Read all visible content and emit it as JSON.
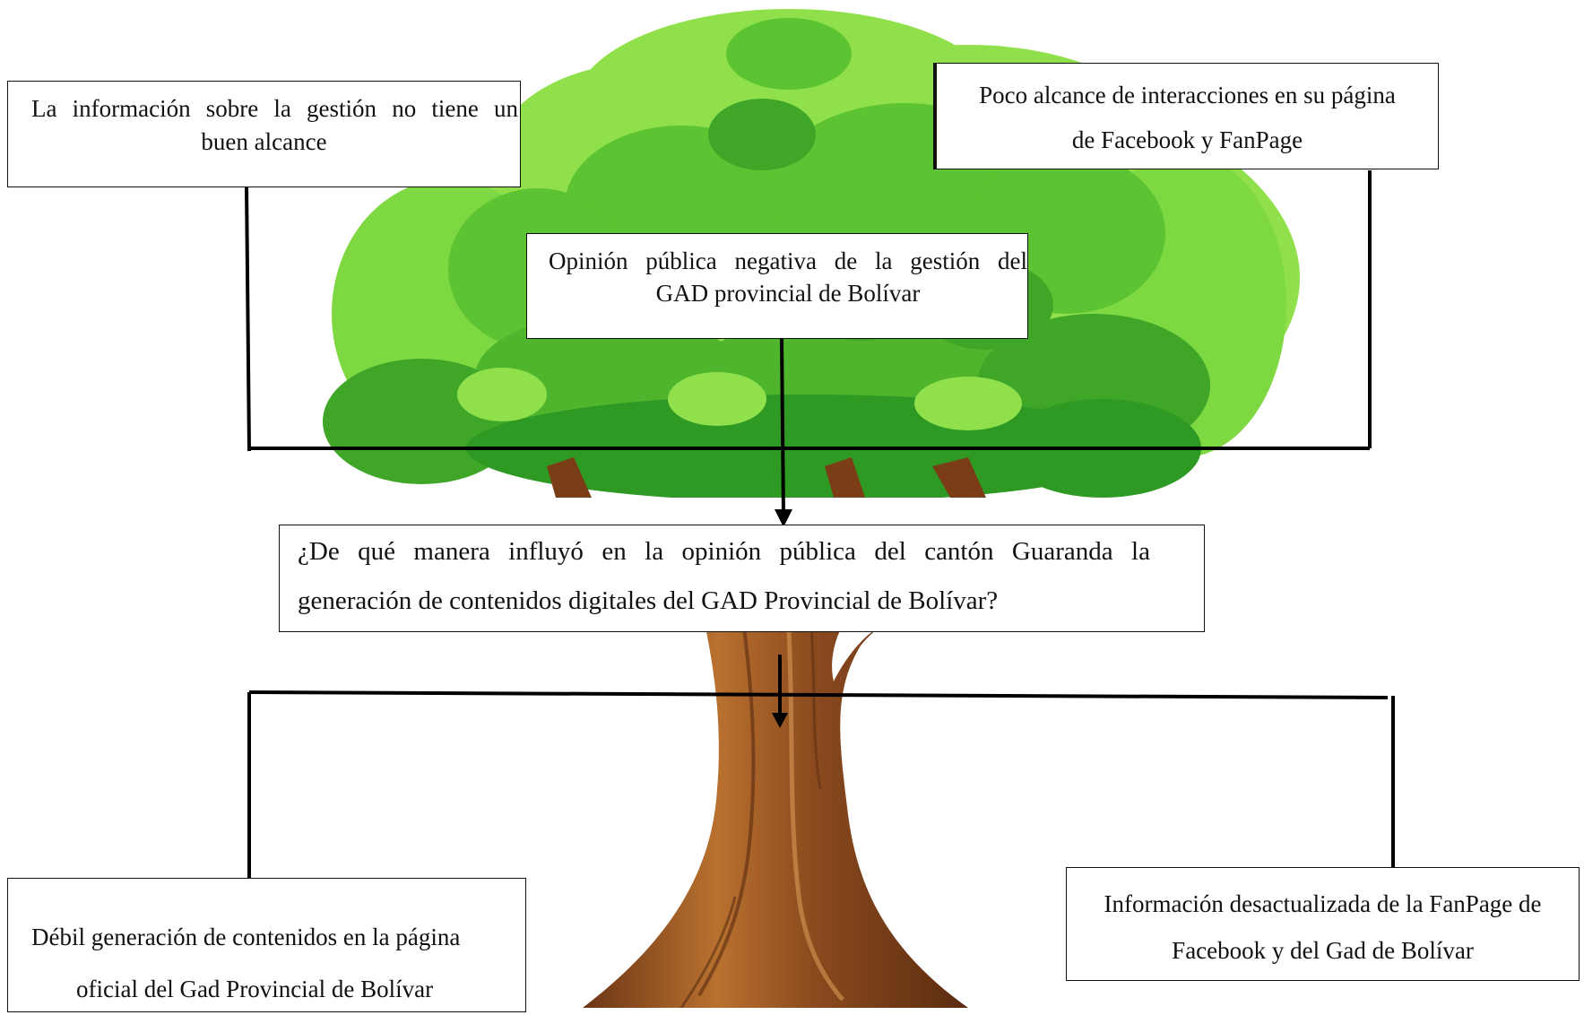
{
  "effects": {
    "left": [
      "La información sobre la gestión no tiene un",
      "buen alcance"
    ],
    "right": [
      "Poco alcance de interacciones en su página",
      "de Facebook y FanPage"
    ],
    "center": [
      "Opinión pública negativa de la gestión del",
      "GAD provincial de Bolívar"
    ]
  },
  "problem": [
    "¿De qué manera influyó en la opinión pública del cantón Guaranda la",
    "generación de contenidos digitales del GAD Provincial de Bolívar?"
  ],
  "causes": {
    "left": [
      "Débil generación de contenidos en la página",
      "oficial del Gad Provincial de Bolívar"
    ],
    "right": [
      "Información desactualizada de la FanPage de",
      "Facebook y del Gad de Bolívar"
    ]
  },
  "colors": {
    "foliage_light": "#8fe04a",
    "foliage_mid": "#5cc332",
    "foliage_dark": "#2e9a24",
    "trunk": "#8b4a1e",
    "trunk_light": "#c47a35",
    "line": "#000000"
  }
}
